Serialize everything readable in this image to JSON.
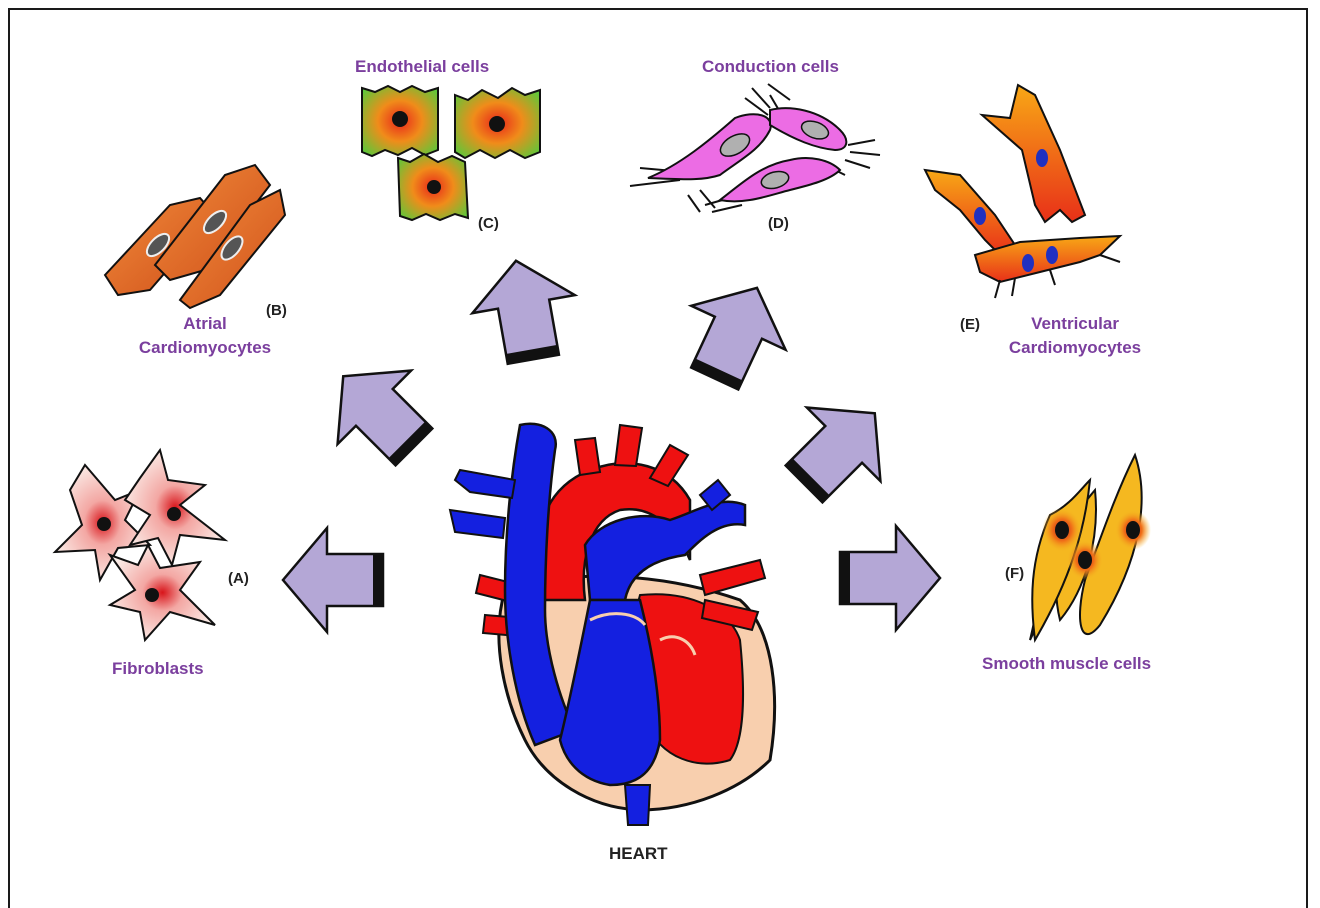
{
  "title": "HEART",
  "cells": [
    {
      "id": "fibroblasts",
      "letter": "(A)",
      "name": "Fibroblasts"
    },
    {
      "id": "atrial",
      "letter": "(B)",
      "name_lines": [
        "Atrial",
        "Cardiomyocytes"
      ]
    },
    {
      "id": "endothelial",
      "letter": "(C)",
      "name": "Endothelial cells"
    },
    {
      "id": "conduction",
      "letter": "(D)",
      "name": "Conduction cells"
    },
    {
      "id": "ventricular",
      "letter": "(E)",
      "name_lines": [
        "Ventricular",
        "Cardiomyocytes"
      ]
    },
    {
      "id": "smooth",
      "letter": "(F)",
      "name": "Smooth muscle cells"
    }
  ],
  "colors": {
    "label": "#7b3f9e",
    "arrow_fill": "#b4a7d6",
    "vein_blue": "#1420e0",
    "artery_red": "#ee1111",
    "heart_muscle": "#f8cfae",
    "cardiomyocyte": "#e2661a",
    "conduction": "#ec6ce4",
    "smooth_muscle": "#f5b820",
    "fibroblast": "#f9e5df"
  }
}
